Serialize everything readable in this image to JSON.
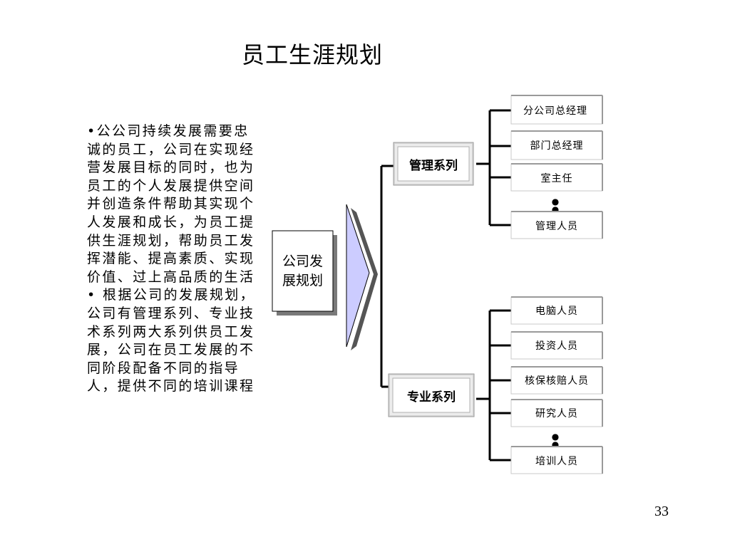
{
  "title": "员工生涯规划",
  "body": {
    "paragraph_1": "•公公司持续发展需要忠诚的员工，公司在实现经营发展目标的同时，也为员工的个人发展提供空间并创造条件帮助其实现个人发展和成长，为员工提供生涯规划，帮助员工发挥潜能、提高素质、实现价值、过上高品质的生活",
    "paragraph_2": "• 根据公司的发展规划，公司有管理系列、专业技术系列两大系列供员工发展，公司在员工发展的不同阶段配备不同的指导人，提供不同的培训课程"
  },
  "diagram": {
    "root": {
      "line_1": "公司发",
      "line_2": "展规划"
    },
    "management": {
      "label": "管理系列",
      "items": [
        "分公司总经理",
        "部门总经理",
        "室主任",
        "管理人员"
      ]
    },
    "professional": {
      "label": "专业系列",
      "items": [
        "电脑人员",
        "投资人员",
        "核保核赔人员",
        "研究人员",
        "培训人员"
      ]
    },
    "ellipsis": "•\n•"
  },
  "page_number": "33",
  "colors": {
    "arrow_fill": "#ccccff",
    "box_shadow": "#7a7a7a",
    "box_light": "#ececec",
    "line": "#000000"
  }
}
